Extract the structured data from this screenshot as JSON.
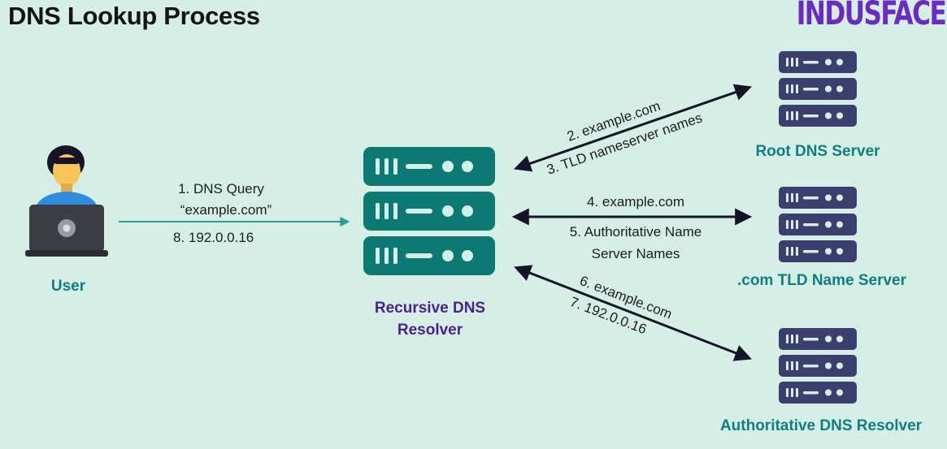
{
  "title": "DNS Lookup Process",
  "brand": "INDUSFACE",
  "colors": {
    "background": "#d5efe7",
    "teal": "#0c7a73",
    "navy": "#3b3f6d",
    "label_teal": "#117d82",
    "label_purple": "#4a1f8f",
    "brand": "#6a2bc4"
  },
  "nodes": {
    "user": "User",
    "resolver_line1": "Recursive DNS",
    "resolver_line2": "Resolver",
    "root": "Root DNS Server",
    "tld": ".com TLD  Name Server",
    "authoritative": "Authoritative DNS Resolver"
  },
  "edges": {
    "user_query_1": "1. DNS Query",
    "user_query_2": "“example.com”",
    "user_response": "8. 192.0.0.16",
    "root_query": "2. example.com",
    "root_response": "3. TLD nameserver names",
    "tld_query": "4. example.com",
    "tld_response_1": "5. Authoritative Name",
    "tld_response_2": "Server Names",
    "auth_query": "6. example.com",
    "auth_response": "7. 192.0.0.16"
  }
}
